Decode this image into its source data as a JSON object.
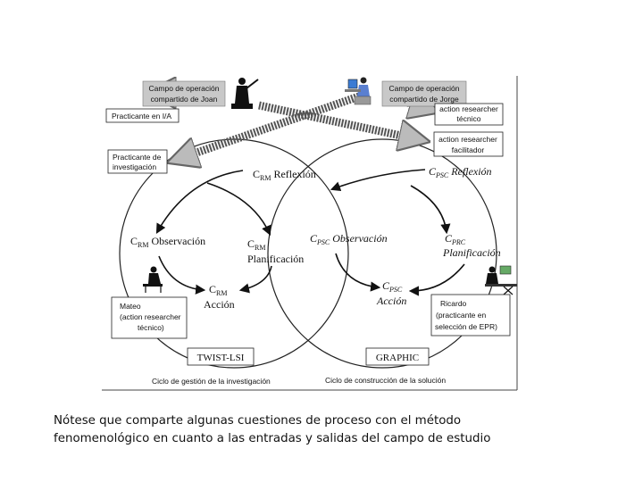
{
  "diagram": {
    "callouts": {
      "joan": [
        "Campo de operación",
        "compartido de Joan"
      ],
      "jorge": [
        "Campo de operación",
        "compartido de Jorge"
      ]
    },
    "boxes": {
      "practicante_ia": "Practicante en I/A",
      "action_tecnico": [
        "action researcher",
        "técnico"
      ],
      "action_facilitador": [
        "action researcher",
        "facilitador"
      ],
      "practicante_inv": [
        "Practicante de",
        "investigación"
      ],
      "mateo": [
        "Mateo",
        "(action researcher",
        "técnico)"
      ],
      "ricardo": [
        "Ricardo",
        "(practicante en",
        "selección de EPR)"
      ],
      "twist": "TWIST-LSI",
      "graphic": "GRAPHIC"
    },
    "left_cycle": {
      "reflexion": {
        "prefix": "C",
        "sub": "RM",
        "text": "Reflexión"
      },
      "observacion": {
        "prefix": "C",
        "sub": "RM",
        "text": "Observación"
      },
      "planificacion": {
        "prefix": "C",
        "sub": "RM",
        "text": "Planificación"
      },
      "accion": {
        "prefix": "C",
        "sub": "RM",
        "text": "Acción"
      }
    },
    "right_cycle": {
      "reflexion": {
        "prefix": "C",
        "sub": "PSC",
        "text": "Reflexión"
      },
      "observacion": {
        "prefix": "C",
        "sub": "PSC",
        "text": "Observación"
      },
      "planificacion": {
        "prefix": "C",
        "sub": "PRC",
        "text": "Planificación"
      },
      "accion": {
        "prefix": "C",
        "sub": "PSC",
        "text": "Acción"
      }
    },
    "bottom_labels": {
      "left": "Ciclo de gestión de la investigación",
      "right": "Ciclo de construcción de la solución"
    }
  },
  "caption": {
    "line1": "Nótese que comparte algunas cuestiones de proceso con el método",
    "line2": "fenomenológico en cuanto a las entradas y salidas del campo de estudio"
  }
}
